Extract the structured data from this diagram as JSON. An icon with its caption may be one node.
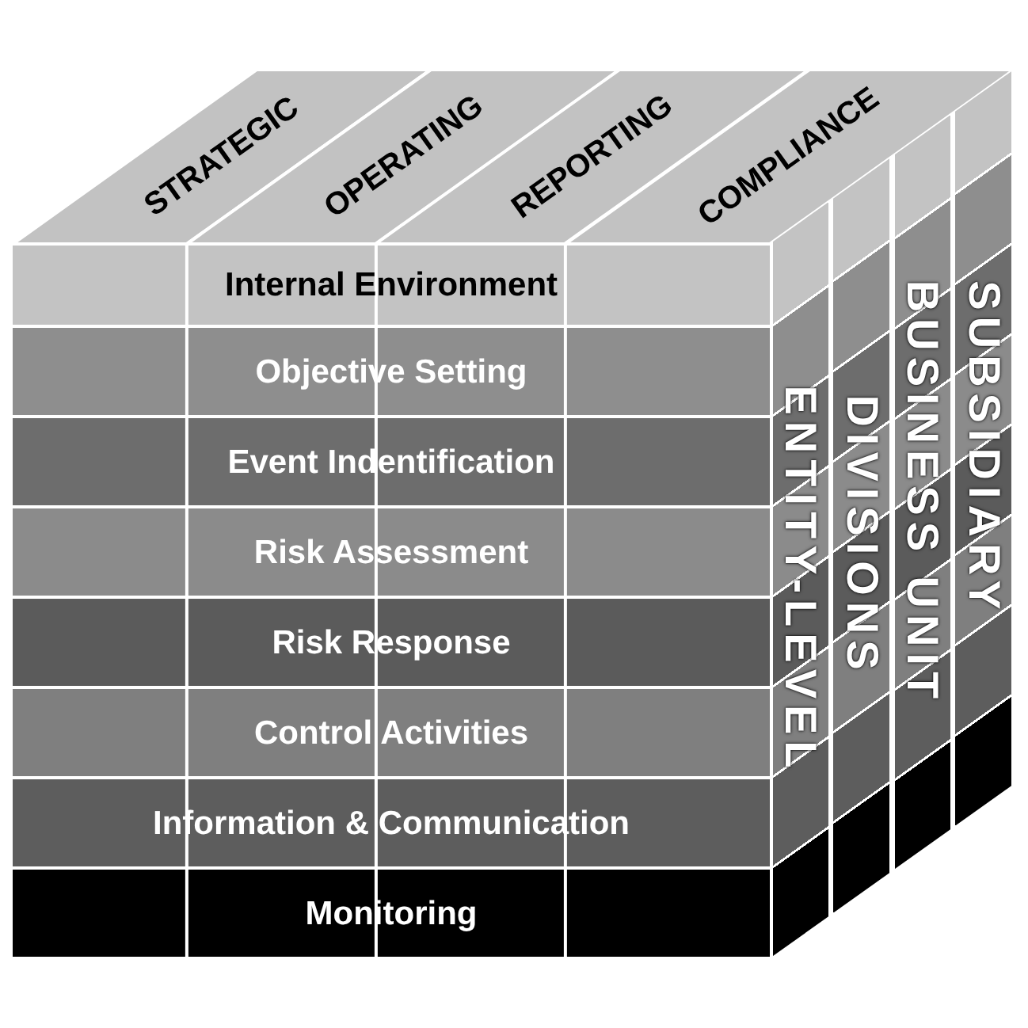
{
  "diagram": {
    "nodes": [
      {
        "text": [
          "STRATEGIC"
        ]
      },
      {
        "text": [
          "OPERATING"
        ]
      },
      {
        "text": [
          "REPORTING"
        ]
      },
      {
        "text": [
          "COMPLIANCE"
        ]
      },
      {
        "text": [
          "Internal Environment"
        ]
      },
      {
        "text": [
          "Objective Setting"
        ]
      },
      {
        "text": [
          "Event Indentification"
        ]
      },
      {
        "text": [
          "Risk Assessment"
        ]
      },
      {
        "text": [
          "Risk Response"
        ]
      },
      {
        "text": [
          "Control Activities"
        ]
      },
      {
        "text": [
          "Information & Communication"
        ]
      },
      {
        "text": [
          "Monitoring"
        ]
      },
      {
        "text": [
          "ENTITY-LEVEL"
        ]
      },
      {
        "text": [
          "DIVISIONS"
        ]
      },
      {
        "text": [
          "BUSINESS UNIT"
        ]
      },
      {
        "text": [
          "SUBSIDIARY"
        ]
      }
    ]
  }
}
